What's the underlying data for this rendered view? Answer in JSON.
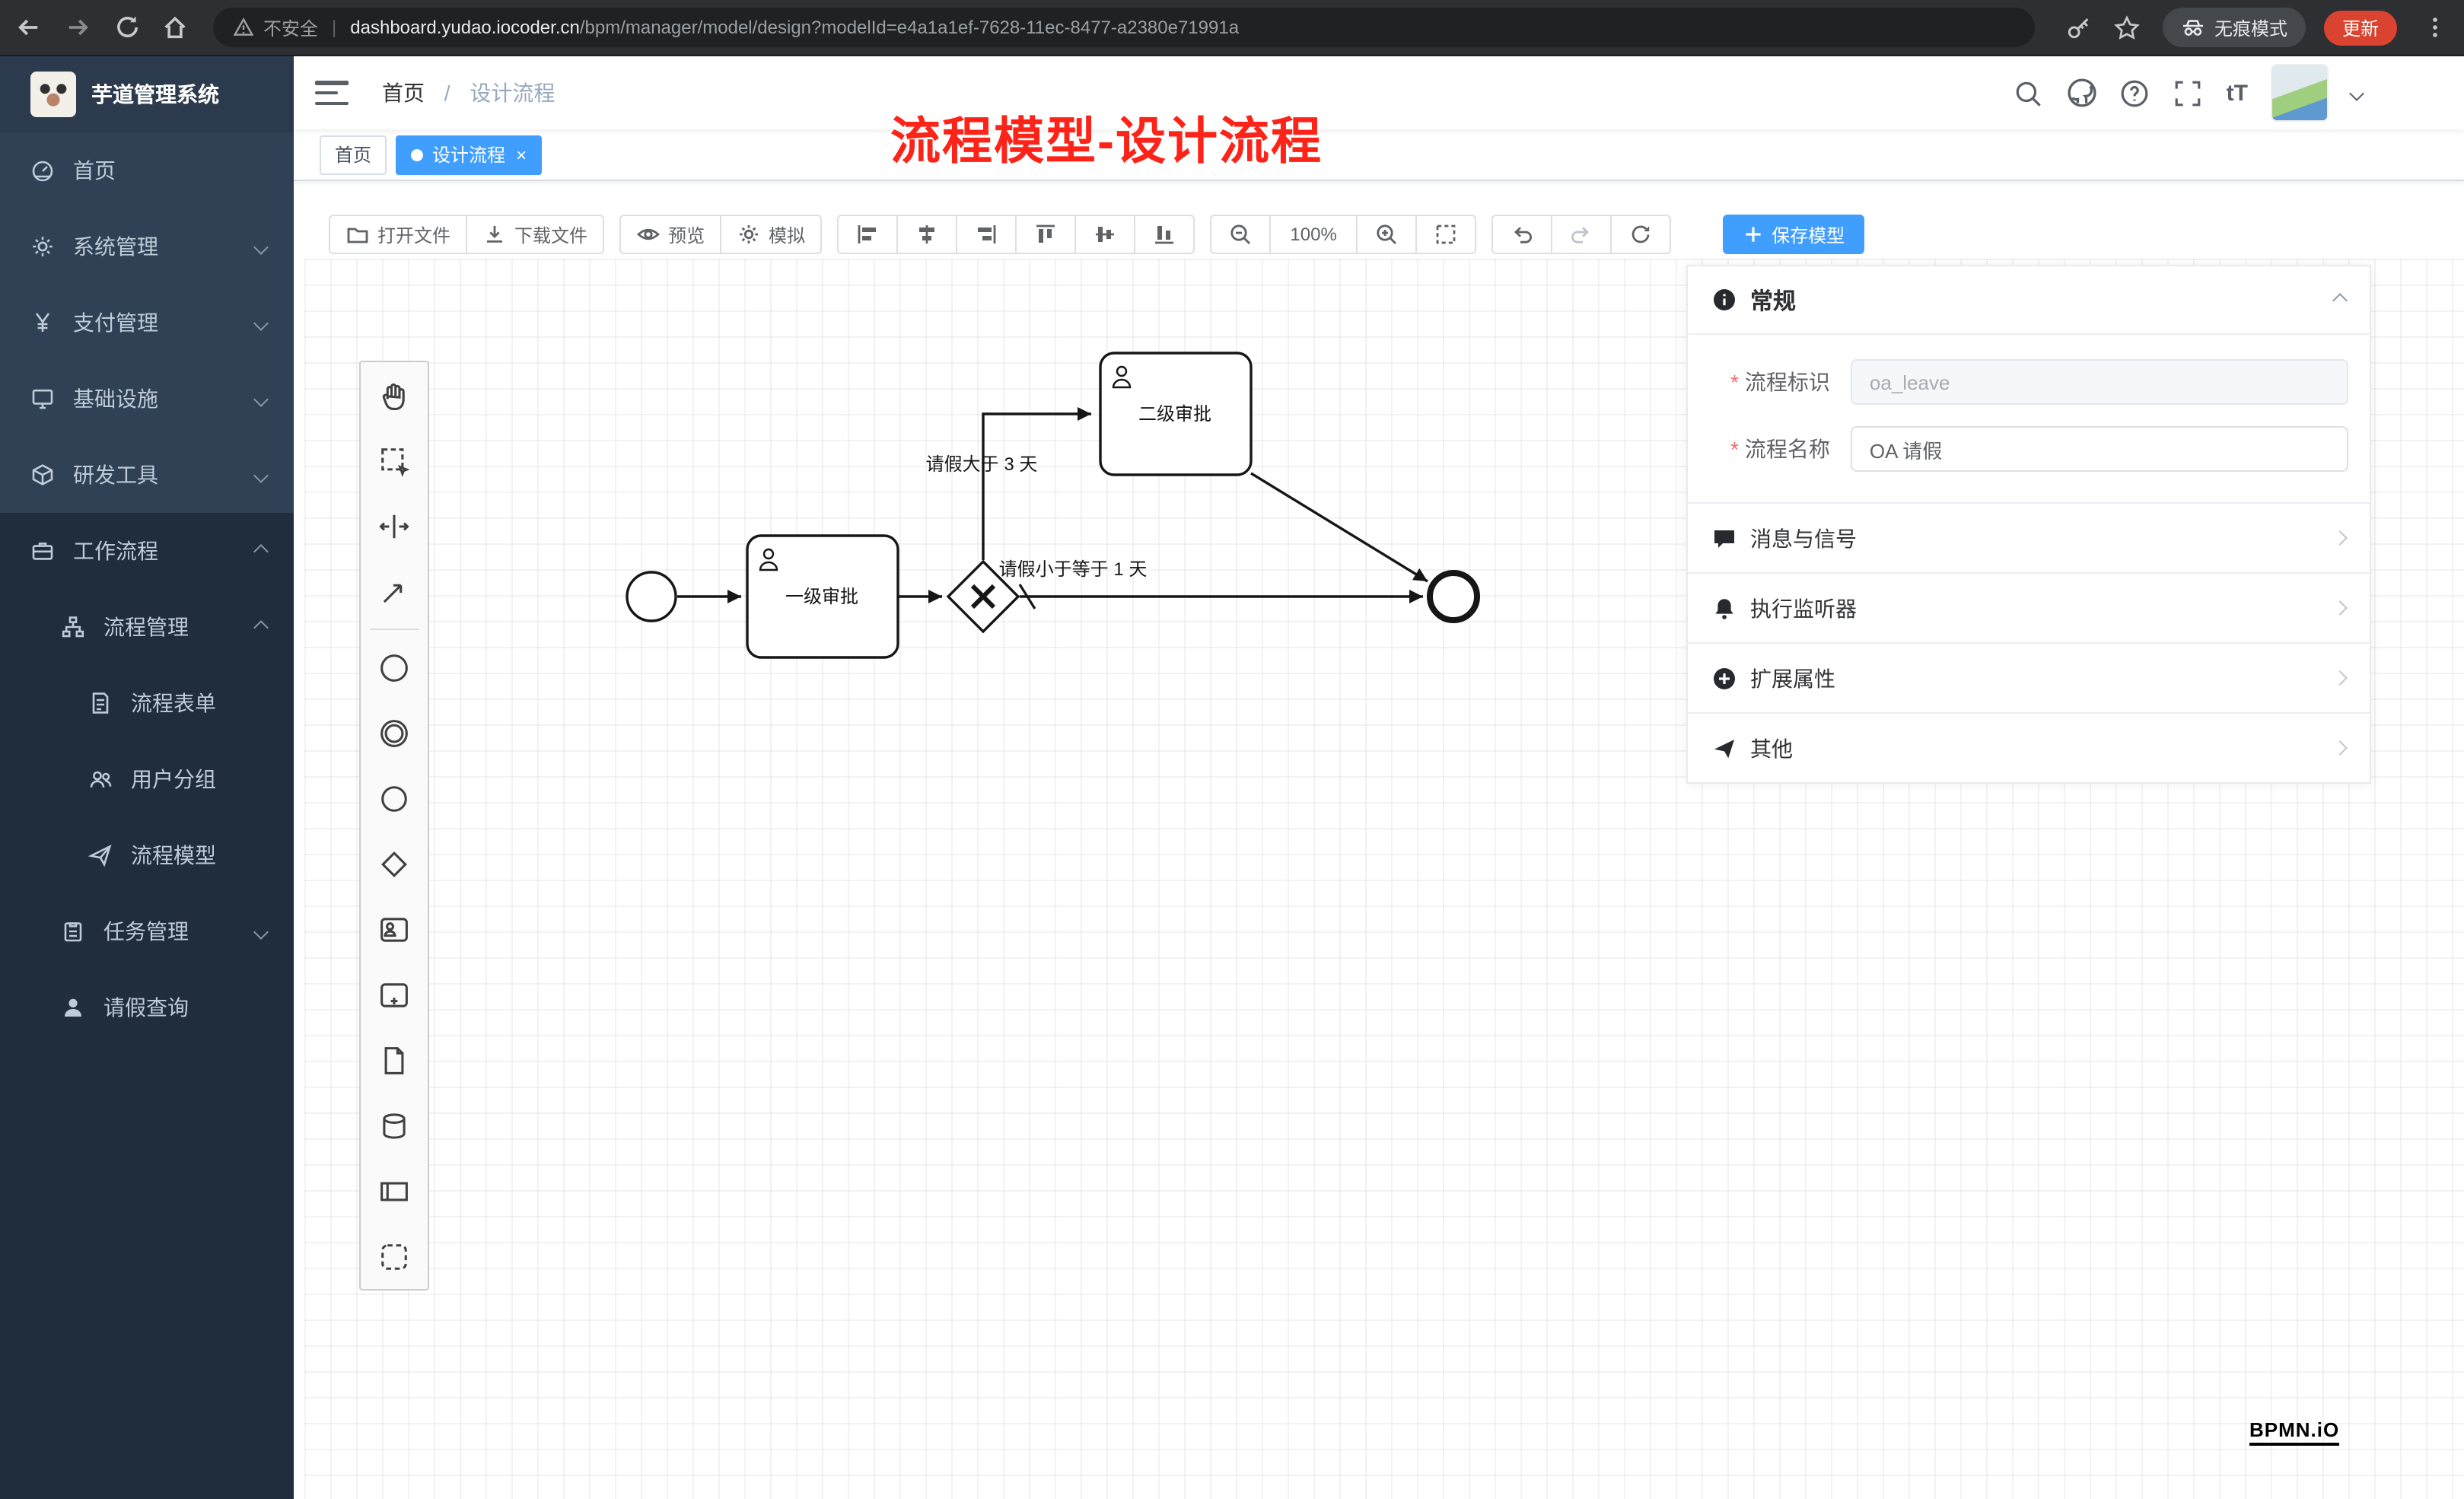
{
  "colors": {
    "accent": "#409eff",
    "sidebar_bg": "#304156",
    "sidebar_sub_bg": "#1f2d3d",
    "danger": "#f56c6c",
    "annotation_red": "#fc2419",
    "update_red": "#d9432f"
  },
  "browser": {
    "security_label": "不安全",
    "url_host": "dashboard.yudao.iocoder.cn",
    "url_path": "/bpm/manager/model/design?modelId=e4a1a1ef-7628-11ec-8477-a2380e71991a",
    "incognito_label": "无痕模式",
    "update_label": "更新"
  },
  "sidebar": {
    "app_title": "芋道管理系统",
    "items": [
      {
        "label": "首页",
        "icon": "dashboard-icon"
      },
      {
        "label": "系统管理",
        "icon": "gear-icon"
      },
      {
        "label": "支付管理",
        "icon": "yen-icon"
      },
      {
        "label": "基础设施",
        "icon": "monitor-icon"
      },
      {
        "label": "研发工具",
        "icon": "cube-icon"
      },
      {
        "label": "工作流程",
        "icon": "briefcase-icon"
      }
    ],
    "workflow_menu": {
      "process_mgmt": {
        "label": "流程管理",
        "icon": "tree-icon"
      },
      "children": [
        {
          "label": "流程表单",
          "icon": "form-icon"
        },
        {
          "label": "用户分组",
          "icon": "users-icon"
        },
        {
          "label": "流程模型",
          "icon": "send-icon"
        }
      ],
      "task_mgmt": {
        "label": "任务管理",
        "icon": "clipboard-icon"
      },
      "leave_query": {
        "label": "请假查询",
        "icon": "user-icon"
      }
    }
  },
  "navbar": {
    "breadcrumb_home": "首页",
    "breadcrumb_sep": "/",
    "breadcrumb_current": "设计流程"
  },
  "tags": {
    "home": "首页",
    "active_label": "设计流程",
    "close": "×"
  },
  "annotation": "流程模型-设计流程",
  "toolbar": {
    "open_file": "打开文件",
    "download_file": "下载文件",
    "preview": "预览",
    "simulate": "模拟",
    "zoom_level": "100%",
    "save_model": "保存模型"
  },
  "diagram": {
    "task1_label": "一级审批",
    "task2_label": "二级审批",
    "flow_label_gt3": "请假大于 3 天",
    "flow_label_lte1": "请假小于等于 1 天"
  },
  "palette": {
    "tools": [
      "hand-tool",
      "lasso-tool",
      "space-tool",
      "global-connect-tool"
    ],
    "elements": [
      "start-event",
      "intermediate-event",
      "end-event",
      "gateway",
      "user-task",
      "task",
      "data-object",
      "data-store",
      "participant",
      "group"
    ]
  },
  "panel": {
    "general_title": "常规",
    "fields": [
      {
        "label": "流程标识",
        "value": "oa_leave",
        "required": true,
        "disabled": true
      },
      {
        "label": "流程名称",
        "value": "OA 请假",
        "required": true,
        "disabled": false
      }
    ],
    "sections": [
      {
        "label": "消息与信号",
        "icon": "message-icon"
      },
      {
        "label": "执行监听器",
        "icon": "bell-icon"
      },
      {
        "label": "扩展属性",
        "icon": "plus-circle-icon"
      },
      {
        "label": "其他",
        "icon": "paper-plane-icon"
      }
    ]
  },
  "watermark": "BPMN.iO"
}
